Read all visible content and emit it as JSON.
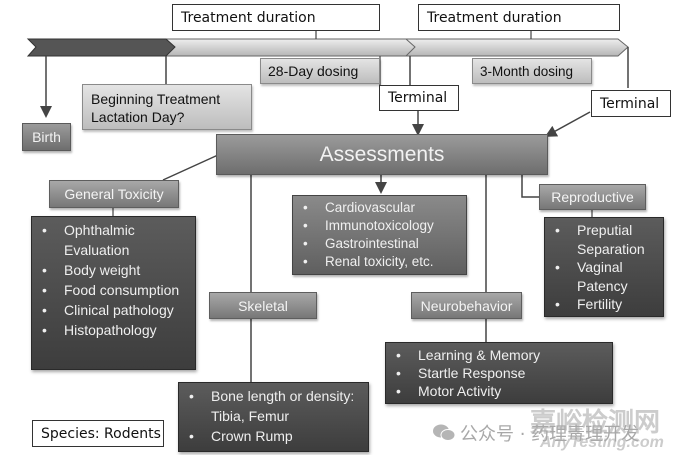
{
  "timeline": {
    "treatment_duration_1": "Treatment duration",
    "treatment_duration_2": "Treatment duration",
    "dosing_28_day": "28-Day dosing",
    "dosing_3_month": "3-Month dosing",
    "beginning_treatment_line1": "Beginning Treatment",
    "beginning_treatment_line2": "Lactation Day?",
    "birth": "Birth",
    "terminal_1": "Terminal",
    "terminal_2": "Terminal"
  },
  "assessments": {
    "title": "Assessments",
    "general_toxicity": {
      "label": "General Toxicity",
      "items": [
        "Ophthalmic Evaluation",
        "Body weight",
        "Food consumption",
        "Clinical pathology",
        "Histopathology"
      ]
    },
    "organ_systems": {
      "items": [
        "Cardiovascular",
        "Immunotoxicology",
        "Gastrointestinal",
        "Renal toxicity, etc."
      ]
    },
    "reproductive": {
      "label": "Reproductive",
      "items": [
        "Preputial Separation",
        "Vaginal Patency",
        "Fertility"
      ]
    },
    "skeletal": {
      "label": "Skeletal",
      "items": [
        "Bone length or density: Tibia, Femur",
        "Crown Rump"
      ]
    },
    "neurobehavior": {
      "label": "Neurobehavior",
      "items": [
        "Learning & Memory",
        "Startle Response",
        "Motor Activity"
      ]
    }
  },
  "species": "Species: Rodents",
  "bullet": "•",
  "watermark": {
    "wechat_text": "公众号 · 药理毒理开发",
    "site_cn": "嘉峪检测网",
    "site_en": "AnyTesting.com"
  }
}
